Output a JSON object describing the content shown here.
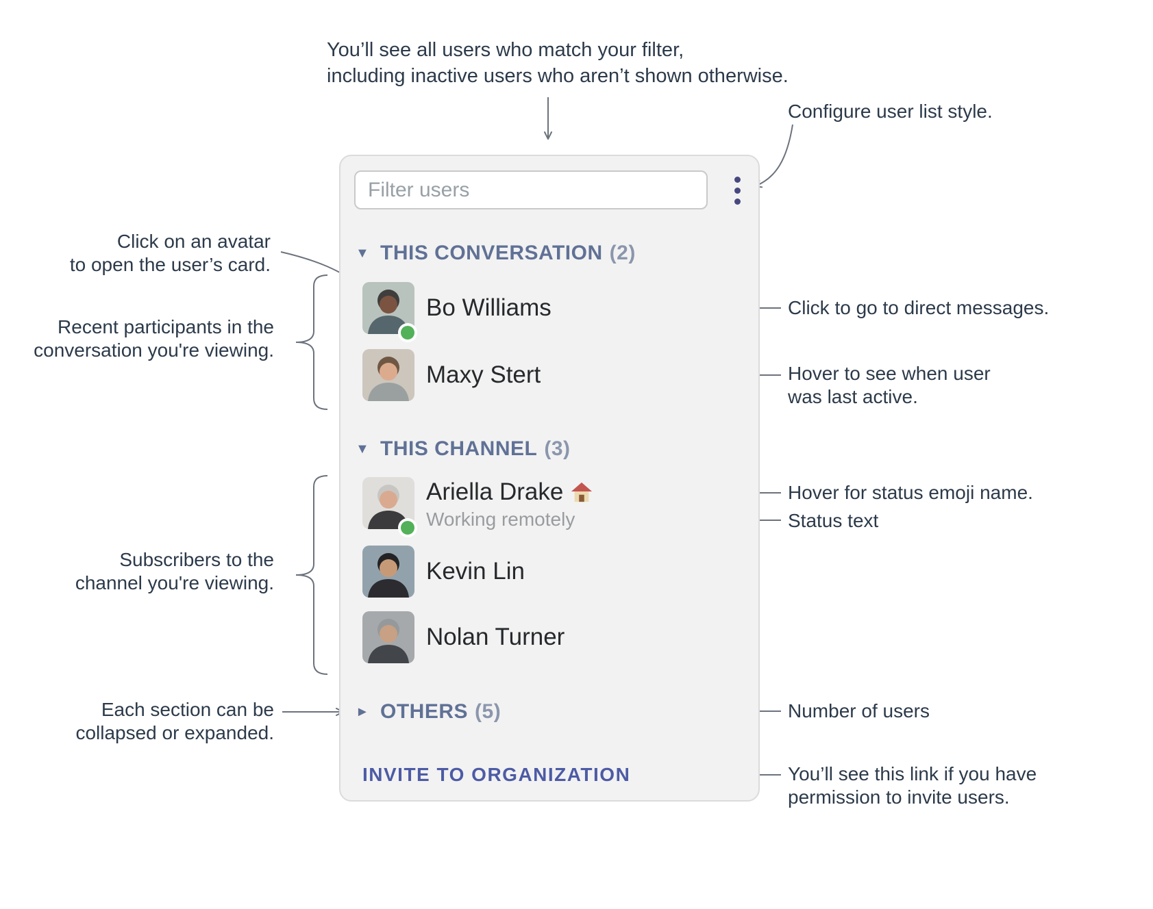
{
  "annotations": {
    "filter_note": {
      "line1": "You’ll see all users who match your filter,",
      "line2": "including inactive users who aren’t shown otherwise."
    },
    "configure_note": "Configure user list style.",
    "avatar_note": {
      "line1": "Click on an avatar",
      "line2": "to open the user’s card."
    },
    "recent_note": {
      "line1": "Recent participants in the",
      "line2": "conversation you're viewing."
    },
    "subscribers_note": {
      "line1": "Subscribers to the",
      "line2": "channel you're viewing."
    },
    "collapse_note": {
      "line1": "Each section can be",
      "line2": "collapsed or expanded."
    },
    "dm_note": "Click to go to direct messages.",
    "last_active_note": {
      "line1": "Hover to see when user",
      "line2": "was last active."
    },
    "emoji_note": "Hover for status emoji name.",
    "status_note": "Status text",
    "count_note": "Number of users",
    "invite_note": {
      "line1": "You’ll see this link if you have",
      "line2": "permission to invite users."
    }
  },
  "panel": {
    "filter_placeholder": "Filter users",
    "menu_icon": "kebab-menu-icon",
    "sections": [
      {
        "label": "THIS CONVERSATION",
        "count": "(2)",
        "caret": "▼",
        "collapsed": false,
        "users": [
          {
            "name": "Bo Williams",
            "online": true,
            "avatar": {
              "bg": "#b9c3bd",
              "hair": "#3f3e3c",
              "skin": "#7b5341",
              "shirt": "#55666c"
            }
          },
          {
            "name": "Maxy Stert",
            "online": false,
            "avatar": {
              "bg": "#ccc6bd",
              "hair": "#6f5743",
              "skin": "#dcab8e",
              "shirt": "#9aa0a0"
            }
          }
        ]
      },
      {
        "label": "THIS CHANNEL",
        "count": "(3)",
        "caret": "▼",
        "collapsed": false,
        "users": [
          {
            "name": "Ariella Drake",
            "online": true,
            "status_emoji": "house-icon",
            "status_text": "Working remotely",
            "avatar": {
              "bg": "#e0dedb",
              "hair": "#c8c6c2",
              "skin": "#d9aa90",
              "shirt": "#3b3b3d"
            }
          },
          {
            "name": "Kevin Lin",
            "online": false,
            "avatar": {
              "bg": "#92a2ac",
              "hair": "#232325",
              "skin": "#c79a77",
              "shirt": "#2c2c30"
            }
          },
          {
            "name": "Nolan Turner",
            "online": false,
            "avatar": {
              "bg": "#a6a9ab",
              "hair": "#95999b",
              "skin": "#c8a083",
              "shirt": "#42464a"
            }
          }
        ]
      },
      {
        "label": "OTHERS",
        "count": "(5)",
        "caret": "►",
        "collapsed": true,
        "users": []
      }
    ],
    "invite_label": "INVITE TO ORGANIZATION"
  },
  "colors": {
    "section_header": "#607196",
    "section_count": "#8b96ad",
    "invite_link": "#4d5ba5",
    "presence_online": "#52b159",
    "panel_bg": "#f2f2f2",
    "menu_dots": "#47497e",
    "annotation_text": "#2c3a4a",
    "connector": "#6b727c"
  }
}
